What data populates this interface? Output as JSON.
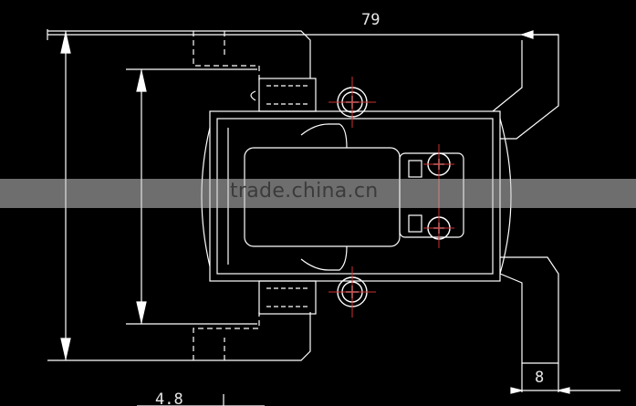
{
  "dimensions": {
    "top_width": "79",
    "right_tab": "8",
    "bottom_left": "4.8"
  },
  "watermark": "trade.china.cn",
  "colors": {
    "line": "#ffffff",
    "center_line": "#d03030",
    "background": "#000000",
    "watermark_band": "#c8c8c8"
  }
}
